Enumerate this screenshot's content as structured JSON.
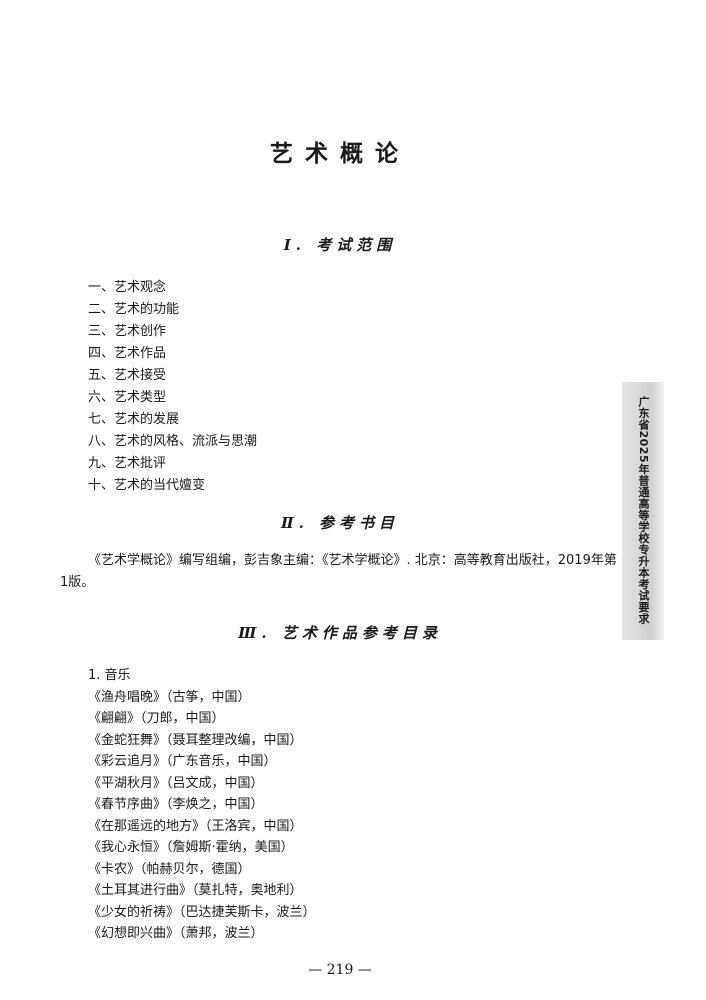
{
  "title": "艺术概论",
  "sections": [
    "Ⅰ. 考试范围",
    "Ⅱ. 参考书目",
    "Ⅲ. 艺术作品参考目录"
  ],
  "scope": [
    "一、艺术观念",
    "二、艺术的功能",
    "三、艺术创作",
    "四、艺术作品",
    "五、艺术接受",
    "六、艺术类型",
    "七、艺术的发展",
    "八、艺术的风格、流派与思潮",
    "九、艺术批评",
    "十、艺术的当代嬗变"
  ],
  "reference": "《艺术学概论》编写组编，彭吉象主编：《艺术学概论》. 北京：高等教育出版社，2019年第1版。",
  "music_heading": "1. 音乐",
  "music": [
    "《渔舟唱晚》（古筝，中国）",
    "《翩翩》（刀郎，中国）",
    "《金蛇狂舞》（聂耳整理改编，中国）",
    "《彩云追月》（广东音乐，中国）",
    "《平湖秋月》（吕文成，中国）",
    "《春节序曲》（李焕之，中国）",
    "《在那遥远的地方》（王洛宾，中国）",
    "《我心永恒》（詹姆斯·霍纳，美国）",
    "《卡农》（帕赫贝尔，德国）",
    "《土耳其进行曲》（莫扎特，奥地利）",
    "《少女的祈祷》（巴达捷芙斯卡，波兰）",
    "《幻想即兴曲》（萧邦，波兰）"
  ],
  "side_tab": "广东省2025年普通高等学校专升本考试要求",
  "page_number": "— 219 —"
}
